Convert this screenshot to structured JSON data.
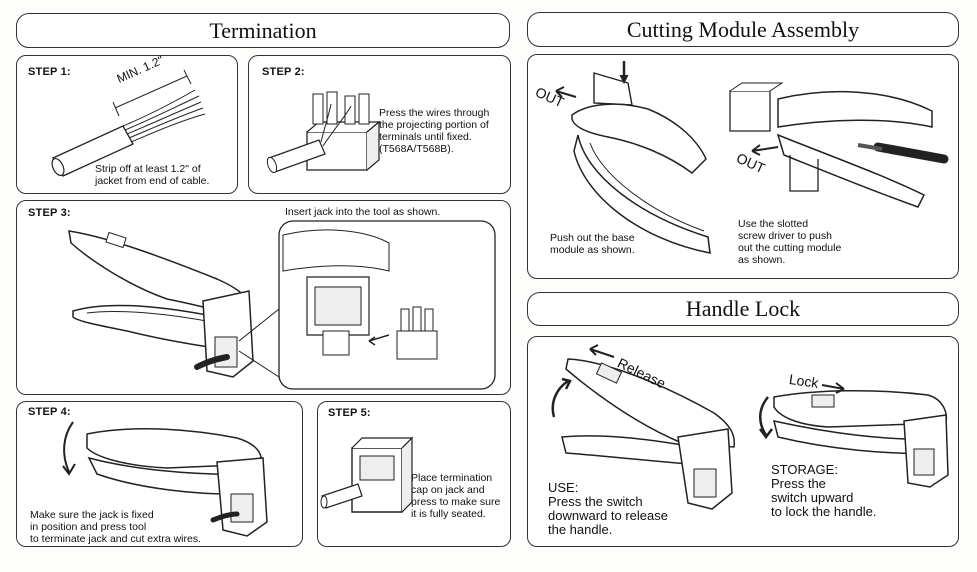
{
  "sections": {
    "termination": "Termination",
    "cutting": "Cutting Module Assembly",
    "handle": "Handle Lock"
  },
  "step1": {
    "label": "STEP 1:",
    "measure": "MIN. 1.2\"",
    "text": "Strip off at least 1.2\" of\njacket from end of cable."
  },
  "step2": {
    "label": "STEP 2:",
    "text": "Press the wires through\nthe projecting portion of\nterminals until fixed.\n(T568A/T568B)."
  },
  "step3": {
    "label": "STEP 3:",
    "text": "Insert jack into the tool as shown."
  },
  "step4": {
    "label": "STEP 4:",
    "text": "Make sure the jack is fixed\nin position and press tool\nto terminate jack and cut extra wires."
  },
  "step5": {
    "label": "STEP 5:",
    "text": "Place termination\ncap on jack and\npress to make sure\nit is fully seated."
  },
  "cutting": {
    "out_label_1": "OUT",
    "out_label_2": "OUT",
    "text_left": "Push out the base\nmodule as shown.",
    "text_right": "Use the slotted\nscrew driver to push\nout the cutting module\nas shown."
  },
  "handle": {
    "release_label": "Release",
    "lock_label": "Lock",
    "use_text": "USE:\nPress the switch\ndownward to release\nthe handle.",
    "storage_text": "STORAGE:\nPress the\nswitch upward\nto lock the handle."
  }
}
